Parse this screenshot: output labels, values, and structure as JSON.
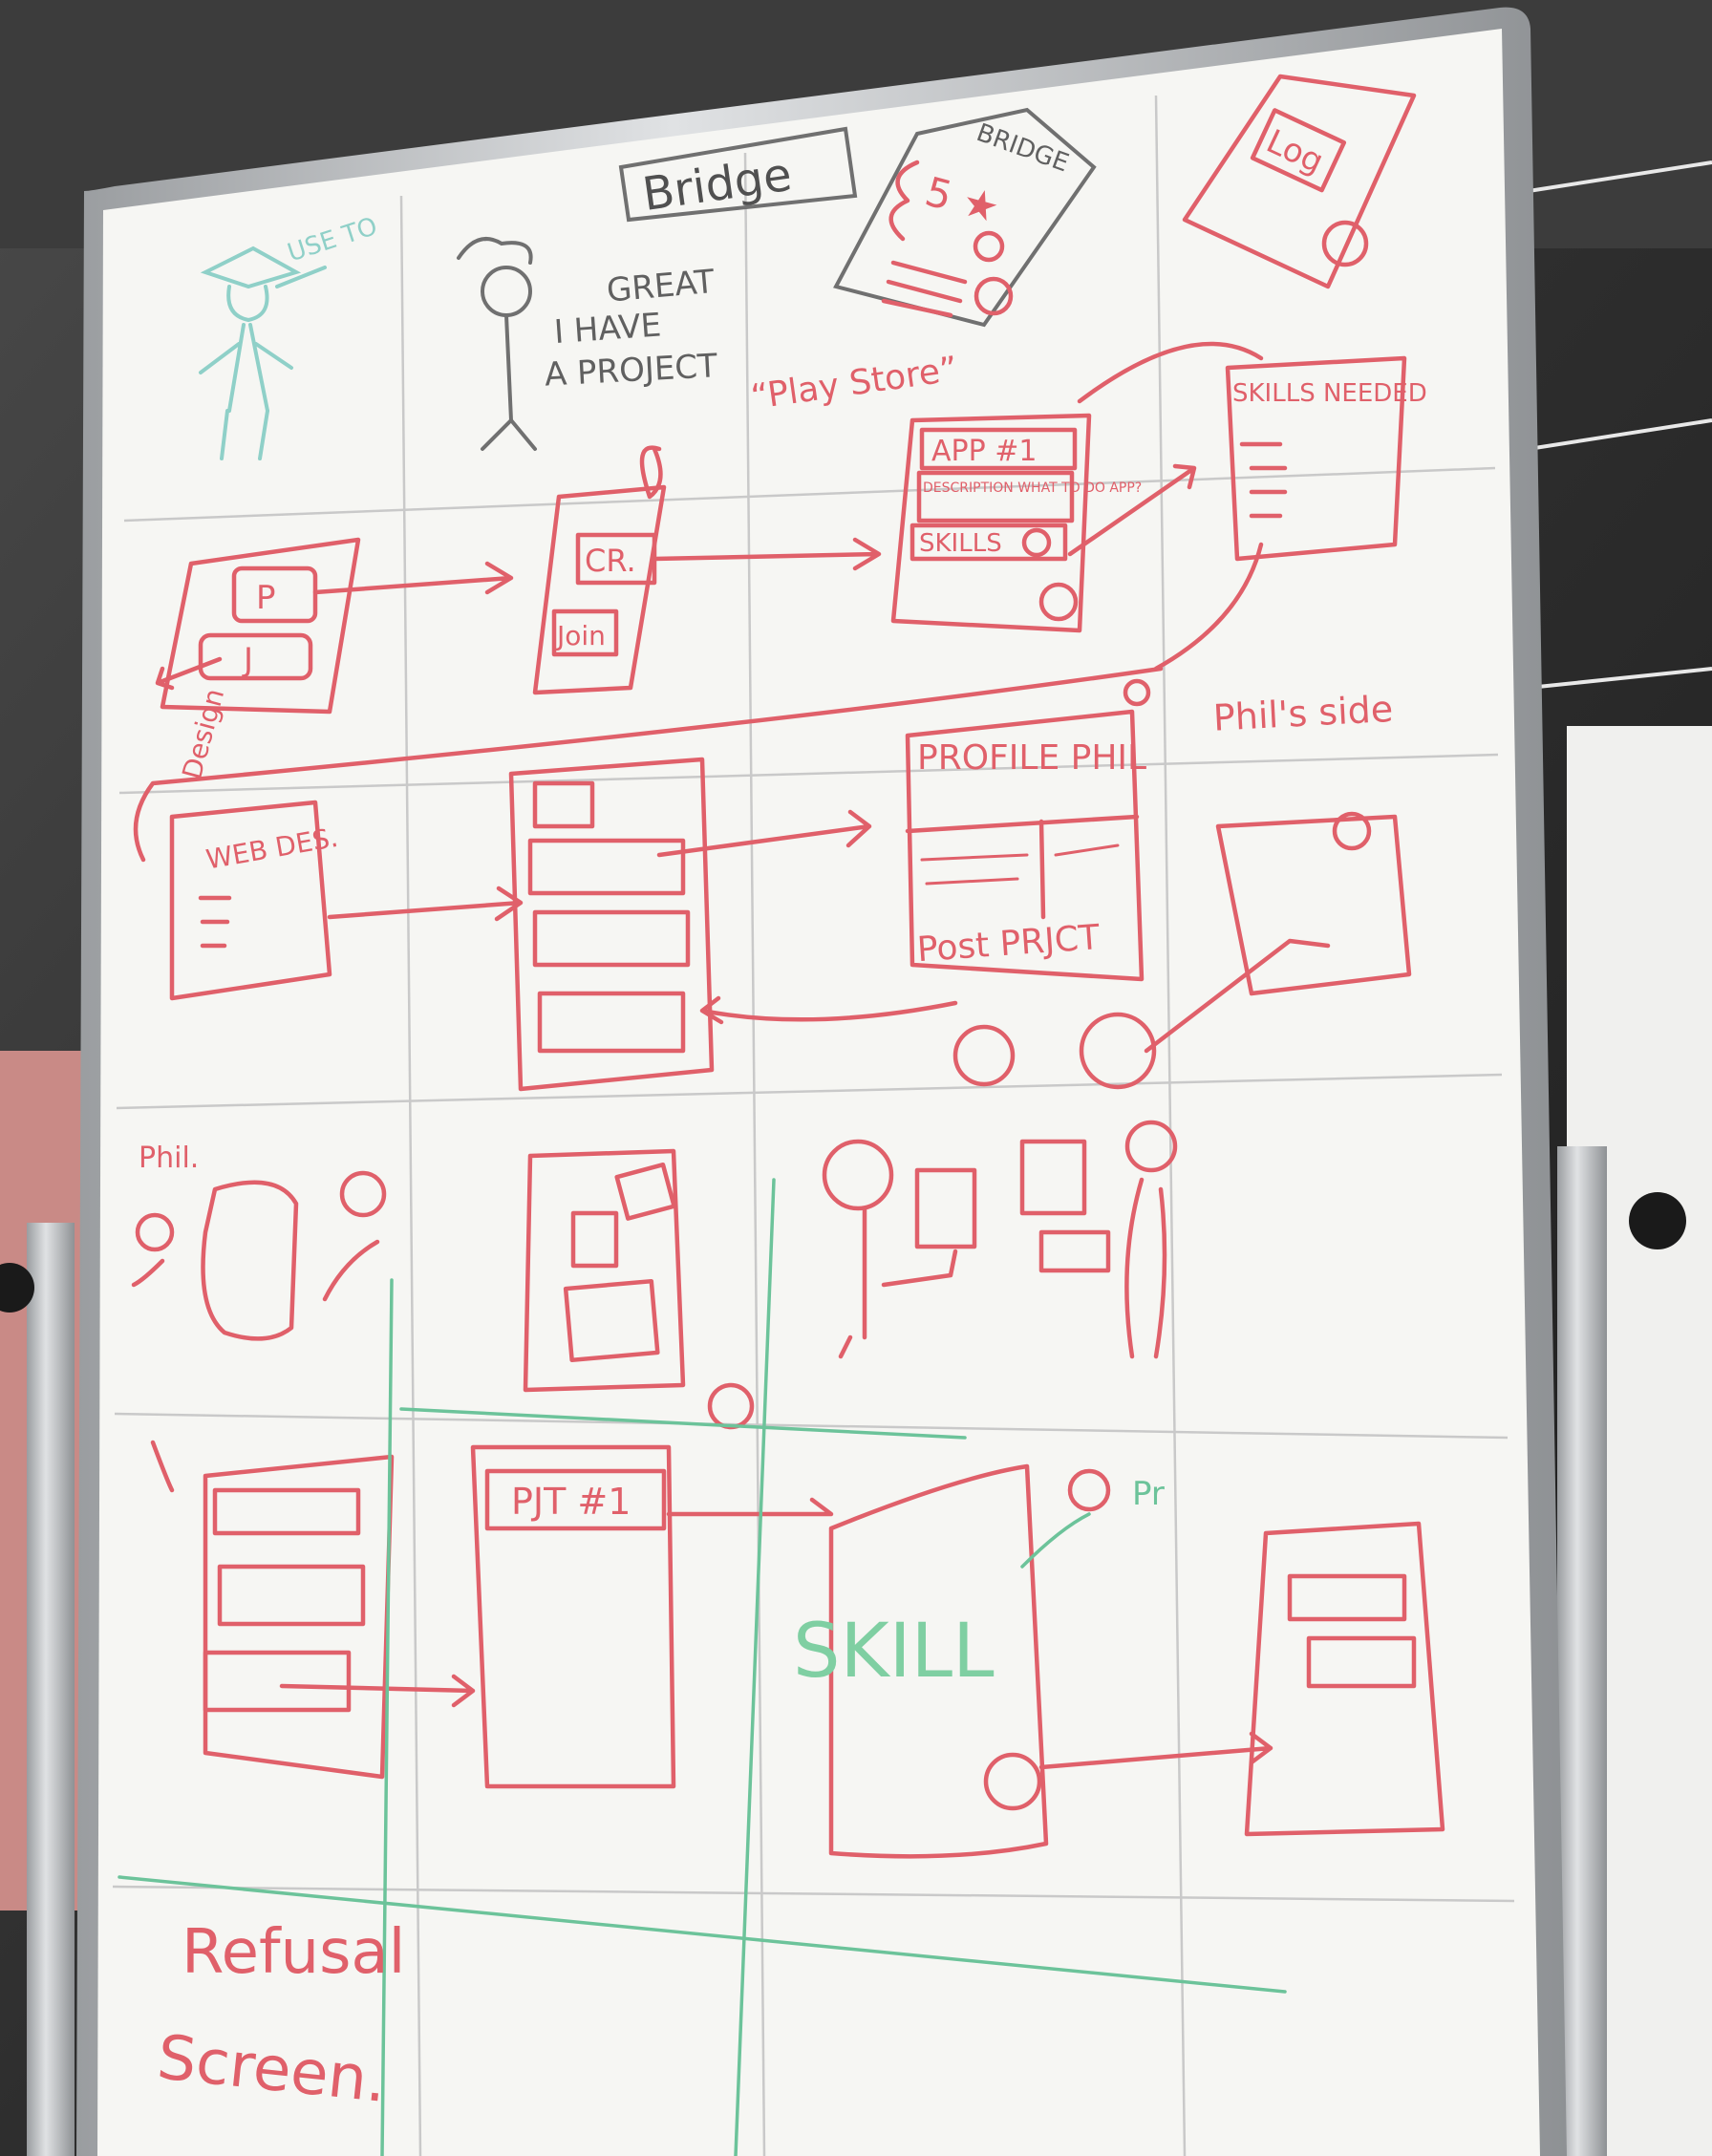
{
  "board": {
    "title": "Bridge",
    "phone_header": "BRIDGE",
    "rating": "5 ★",
    "login_label": "Log",
    "greeting": [
      "GREAT",
      "I HAVE",
      "A PROJECT"
    ],
    "play_store": "“Play Store”",
    "use_to": "USE TO",
    "create_label": "CR.",
    "join_label": "Join",
    "app_title": "APP #1",
    "app_description": "DESCRIPTION WHAT TO DO APP?",
    "skills_label": "SKILLS",
    "skills_needed": "SKILLS NEEDED",
    "design_label": "Design",
    "web_des": "WEB DES.",
    "profile_title": "PROFILE PHIL",
    "post_project": "Post PRJCT",
    "phils_side": "Phil's side",
    "phil_label": "Phil.",
    "project_label": "PJT #1",
    "skill_word": "SKILL",
    "pr_label": "Pr",
    "refusal_line1": "Refusal",
    "refusal_line2": "Screen."
  },
  "colors": {
    "marker_red": "#e0606a",
    "marker_green": "#6cc39a",
    "marker_teal": "#8fd0c8",
    "marker_gray": "#707070",
    "board_white": "#f6f6f3",
    "frame_silver": "#c6c8ca",
    "wall": "#3a3a3a"
  }
}
